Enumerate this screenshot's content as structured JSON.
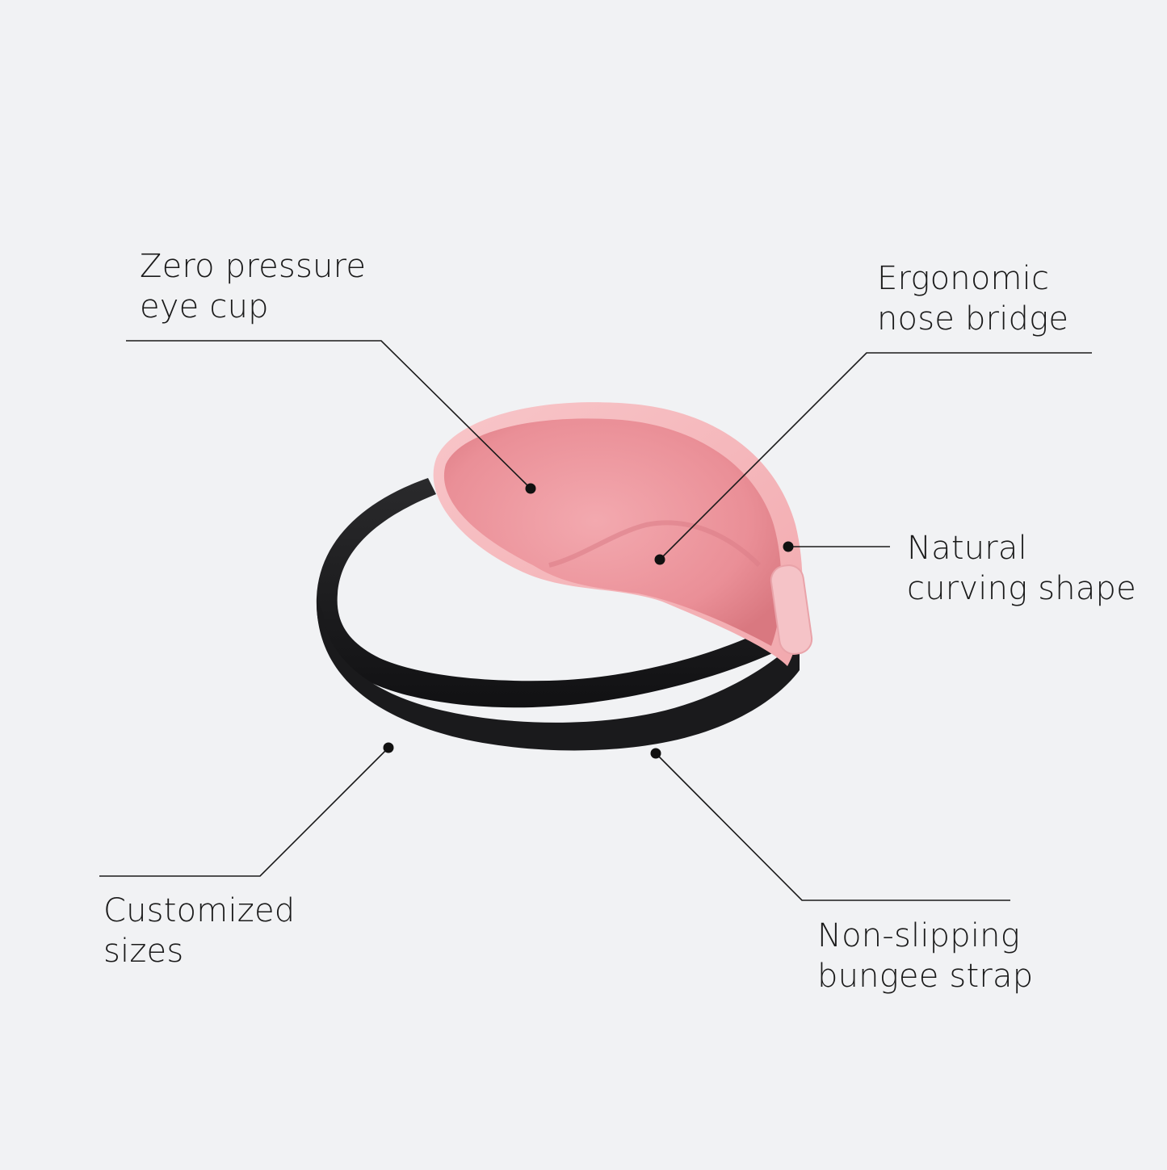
{
  "colors": {
    "background": "#f1f2f4",
    "mask_pink": "#f2a6ac",
    "mask_rim": "#f6bcc0",
    "strap_black": "#1c1c1e",
    "leader_line": "#1a1a1a"
  },
  "callouts": {
    "eye_cup": {
      "line1": "Zero pressure",
      "line2": "eye cup"
    },
    "nose_bridge": {
      "line1": "Ergonomic",
      "line2": "nose bridge"
    },
    "curving_shape": {
      "line1": "Natural",
      "line2": "curving shape"
    },
    "sizes": {
      "line1": "Customized",
      "line2": "sizes"
    },
    "strap": {
      "line1": "Non-slipping",
      "line2": "bungee strap"
    }
  }
}
